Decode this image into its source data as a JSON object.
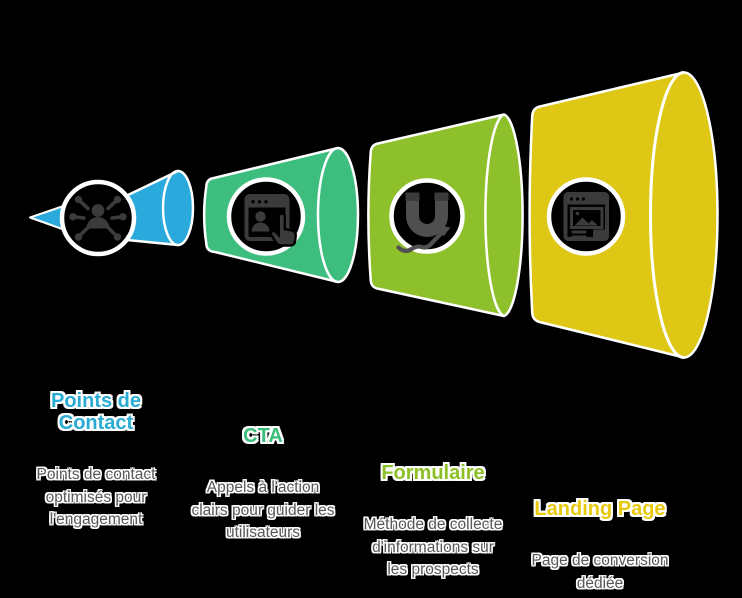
{
  "canvas": {
    "background": "#000000"
  },
  "funnel": {
    "outline_color": "#FFFFFF",
    "description_color": "#57585B",
    "icon_color": "#3B3B3B",
    "icon_color_secondary": "#4F4F4F",
    "stages": [
      {
        "id": "points-de-contact",
        "title": "Points de\nContact",
        "description": "Points de contact\noptimisés pour\nl'engagement",
        "color": "#2AA9DC",
        "title_color": "#29ABD4",
        "icon": "touchpoints-icon"
      },
      {
        "id": "cta",
        "title": "CTA",
        "description": "Appels à l'action\nclairs pour guider les\nutilisateurs",
        "color": "#3EBE7E",
        "title_color": "#3BBE7A",
        "icon": "cta-click-icon"
      },
      {
        "id": "formulaire",
        "title": "Formulaire",
        "description": "Méthode de collecte\nd'informations sur\nles prospects",
        "color": "#8DC02B",
        "title_color": "#8CC026",
        "icon": "magnet-icon"
      },
      {
        "id": "landing-page",
        "title": "Landing Page",
        "description": "Page de conversion\ndédiée",
        "color": "#DFC716",
        "title_color": "#E9C90D",
        "icon": "landing-page-icon"
      }
    ]
  }
}
